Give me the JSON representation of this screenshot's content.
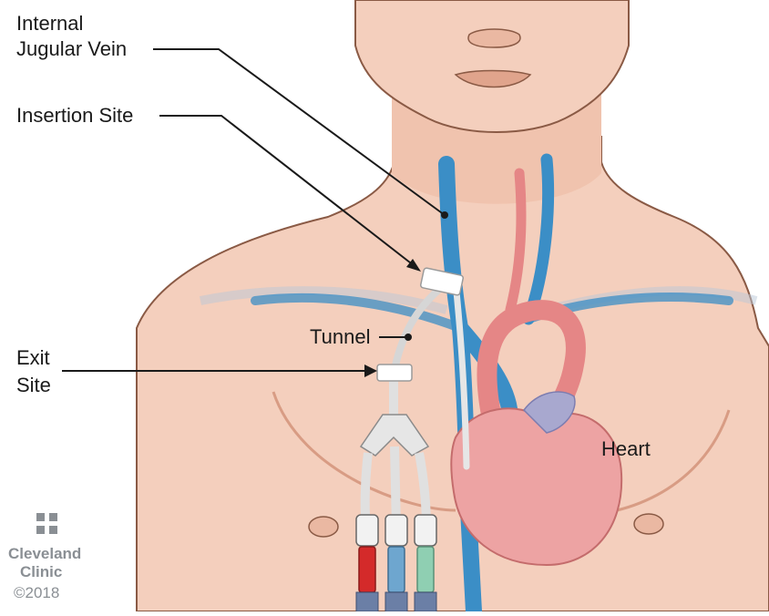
{
  "labels": {
    "internal_jugular_line1": "Internal",
    "internal_jugular_line2": "Jugular Vein",
    "insertion_site": "Insertion Site",
    "tunnel": "Tunnel",
    "exit_site_line1": "Exit",
    "exit_site_line2": "Site",
    "heart": "Heart"
  },
  "logo": {
    "name_line1": "Cleveland",
    "name_line2": "Clinic",
    "copyright": "©2018"
  },
  "colors": {
    "skin": "#f4cfbd",
    "skin_shadow": "#e2ac93",
    "outline": "#8a5a45",
    "vein_blue": "#3b8ec6",
    "artery_red": "#e58686",
    "heart_pink": "#eda3a3",
    "catheter": "#e6e6e6",
    "port_red": "#d42a2a",
    "port_blue": "#6ea6cf",
    "port_green": "#8fcfb2"
  }
}
